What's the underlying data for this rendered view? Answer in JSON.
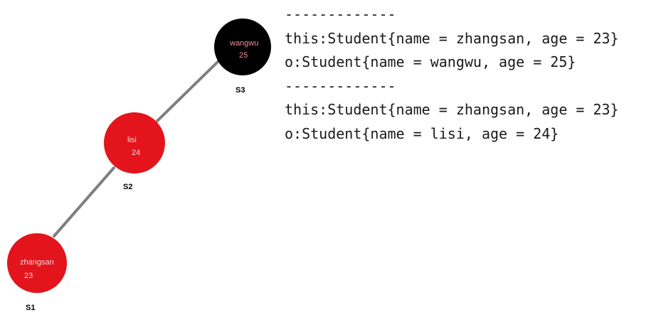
{
  "colors": {
    "red_node": "#e3141c",
    "black_node": "#000000",
    "edge": "#7f7f7f",
    "red_node_text": "#f6d7d7",
    "black_node_name_text": "#f08f98",
    "black_node_age_text": "#f08f98"
  },
  "tree": {
    "nodes": [
      {
        "id": "s3",
        "name": "wangwu",
        "age": "25",
        "label": "S3",
        "color": "black"
      },
      {
        "id": "s2",
        "name": "lisi",
        "age": "24",
        "label": "S2",
        "color": "red"
      },
      {
        "id": "s1",
        "name": "zhangsan",
        "age": "23",
        "label": "S1",
        "color": "red"
      }
    ],
    "edges": [
      {
        "from": "s3",
        "to": "s2"
      },
      {
        "from": "s2",
        "to": "s1"
      }
    ]
  },
  "console": {
    "lines": [
      "-------------",
      "this:Student{name = zhangsan, age = 23}",
      "o:Student{name = wangwu, age = 25}",
      "-------------",
      "this:Student{name = zhangsan, age = 23}",
      "o:Student{name = lisi, age = 24}"
    ]
  }
}
